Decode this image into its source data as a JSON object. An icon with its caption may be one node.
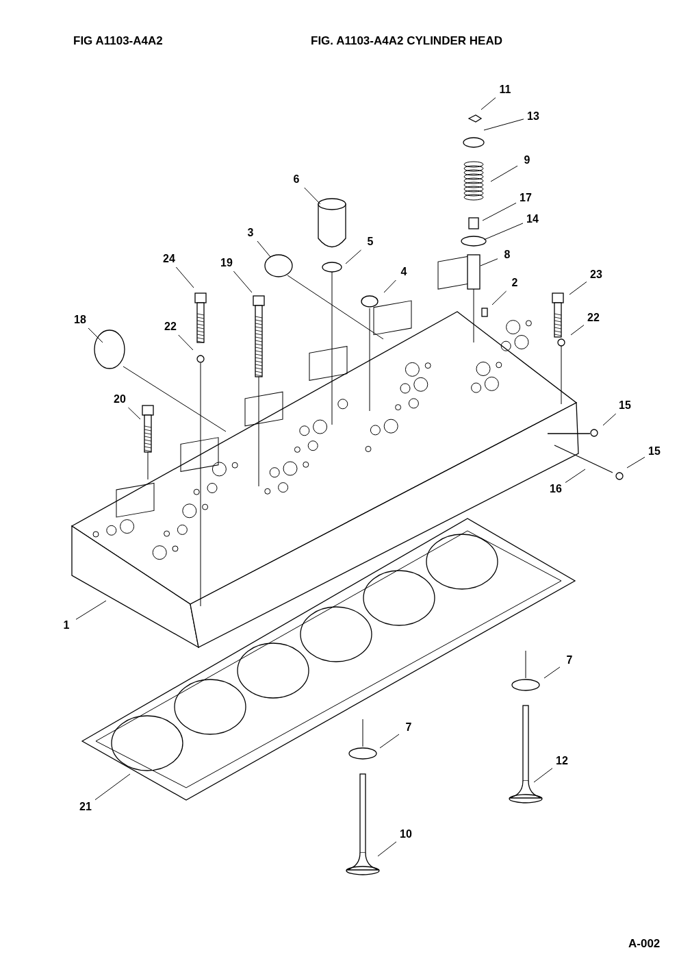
{
  "diagram": {
    "title": "FIG. A1103-A4A2 CYLINDER HEAD",
    "nodes": [
      {
        "text": [
          "11"
        ]
      },
      {
        "text": [
          "13"
        ]
      },
      {
        "text": [
          "9"
        ]
      },
      {
        "text": [
          "6"
        ]
      },
      {
        "text": [
          "17"
        ]
      },
      {
        "text": [
          "3"
        ]
      },
      {
        "text": [
          "5"
        ]
      },
      {
        "text": [
          "14"
        ]
      },
      {
        "text": [
          "8"
        ]
      },
      {
        "text": [
          "24"
        ]
      },
      {
        "text": [
          "19"
        ]
      },
      {
        "text": [
          "4"
        ]
      },
      {
        "text": [
          "2"
        ]
      },
      {
        "text": [
          "23"
        ]
      },
      {
        "text": [
          "18"
        ]
      },
      {
        "text": [
          "22"
        ]
      },
      {
        "text": [
          "22"
        ]
      },
      {
        "text": [
          "20"
        ]
      },
      {
        "text": [
          "15"
        ]
      },
      {
        "text": [
          "15"
        ]
      },
      {
        "text": [
          "16"
        ]
      },
      {
        "text": [
          "1"
        ]
      },
      {
        "text": [
          "7"
        ]
      },
      {
        "text": [
          "7"
        ]
      },
      {
        "text": [
          "12"
        ]
      },
      {
        "text": [
          "21"
        ]
      },
      {
        "text": [
          "10"
        ]
      }
    ],
    "edges": [
      {
        "from": 0,
        "to": null,
        "arrow": "none"
      },
      {
        "from": 1,
        "to": null,
        "arrow": "none"
      },
      {
        "from": 2,
        "to": null,
        "arrow": "none"
      },
      {
        "from": 3,
        "to": null,
        "arrow": "none"
      },
      {
        "from": 4,
        "to": null,
        "arrow": "none"
      },
      {
        "from": 5,
        "to": null,
        "arrow": "none"
      },
      {
        "from": 6,
        "to": null,
        "arrow": "none"
      },
      {
        "from": 7,
        "to": null,
        "arrow": "none"
      },
      {
        "from": 8,
        "to": null,
        "arrow": "none"
      },
      {
        "from": 9,
        "to": null,
        "arrow": "none"
      },
      {
        "from": 10,
        "to": null,
        "arrow": "none"
      },
      {
        "from": 11,
        "to": null,
        "arrow": "none"
      },
      {
        "from": 12,
        "to": null,
        "arrow": "none"
      },
      {
        "from": 13,
        "to": null,
        "arrow": "none"
      },
      {
        "from": 14,
        "to": null,
        "arrow": "none"
      },
      {
        "from": 15,
        "to": null,
        "arrow": "none"
      },
      {
        "from": 16,
        "to": null,
        "arrow": "none"
      },
      {
        "from": 17,
        "to": null,
        "arrow": "none"
      },
      {
        "from": 18,
        "to": null,
        "arrow": "none"
      },
      {
        "from": 19,
        "to": null,
        "arrow": "none"
      },
      {
        "from": 20,
        "to": null,
        "arrow": "none"
      },
      {
        "from": 21,
        "to": null,
        "arrow": "none"
      },
      {
        "from": 22,
        "to": null,
        "arrow": "none"
      },
      {
        "from": 23,
        "to": null,
        "arrow": "none"
      },
      {
        "from": 24,
        "to": null,
        "arrow": "none"
      },
      {
        "from": 25,
        "to": null,
        "arrow": "none"
      },
      {
        "from": 26,
        "to": null,
        "arrow": "none"
      }
    ],
    "labels": [
      "FIG A1103-A4A2",
      "A-002"
    ]
  }
}
